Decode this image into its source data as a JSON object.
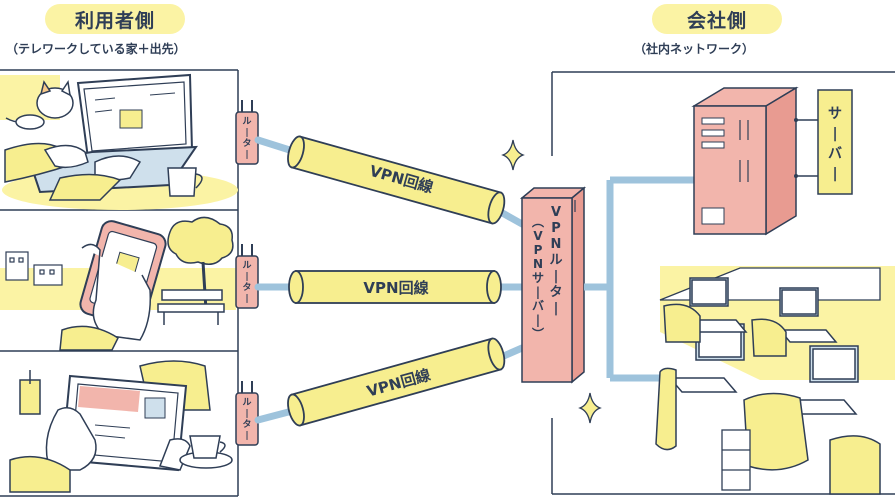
{
  "user_side": {
    "title": "利用者側",
    "subtitle": "（テレワークしている家＋出先）"
  },
  "company_side": {
    "title": "会社側",
    "subtitle": "（社内ネットワーク）"
  },
  "home_router_label": "ルーター",
  "vpn_line_label": "VPN回線",
  "vpn_router": {
    "label": "VPNルーター",
    "sub_label": "（VPNサーバー）"
  },
  "server_label": "サーバー",
  "colors": {
    "ink": "#2f3e56",
    "yellow": "#f7ee8f",
    "pink": "#f2b5ac",
    "blue": "#9ec3dc",
    "pale_yellow": "#fbf3a4"
  }
}
